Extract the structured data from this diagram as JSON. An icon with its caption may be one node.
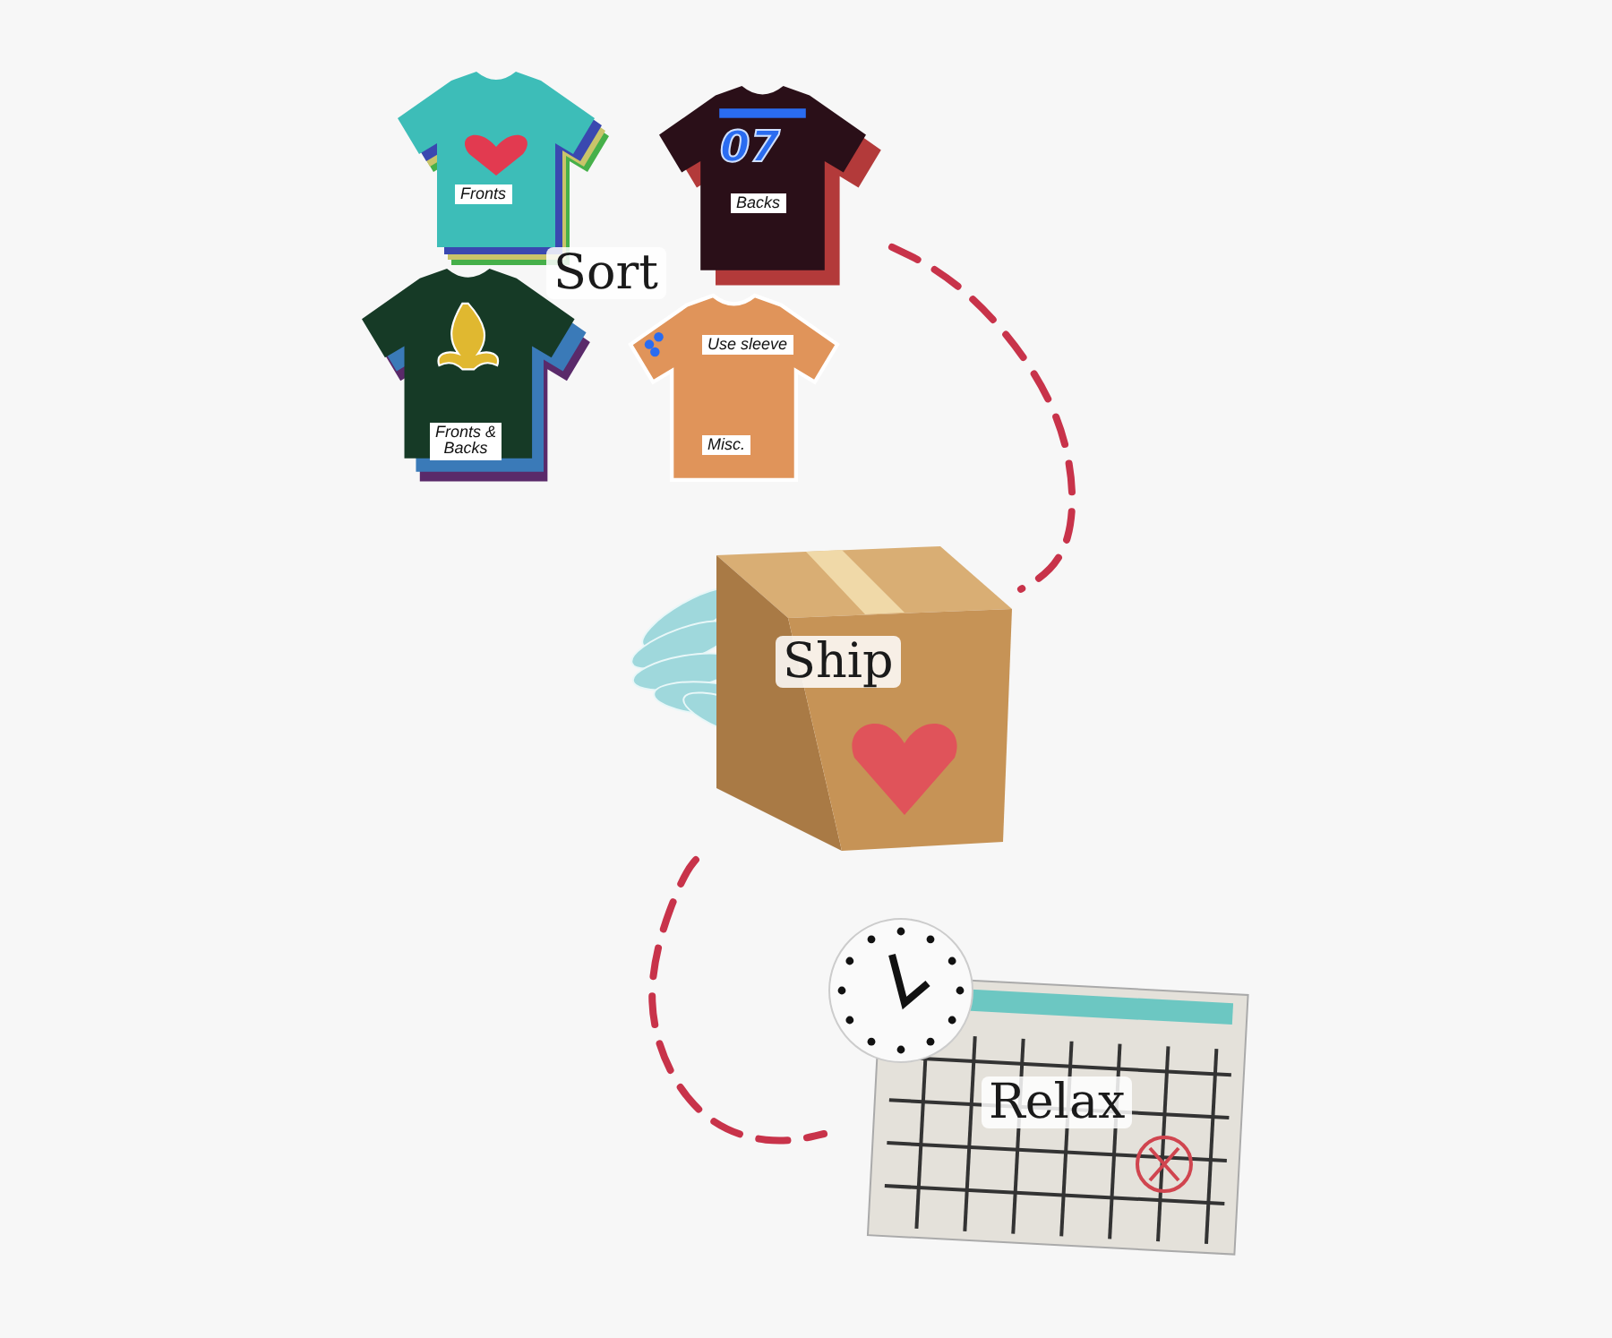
{
  "diagram": {
    "nodes": [
      {
        "text": [
          "Fronts"
        ]
      },
      {
        "text": [
          "07",
          "Backs"
        ]
      },
      {
        "text": [
          "Fronts & Backs"
        ]
      },
      {
        "text": [
          "Use sleeve",
          "Misc."
        ]
      },
      {
        "text": [
          "Ship"
        ]
      },
      {
        "text": [
          "Relax"
        ]
      }
    ],
    "edges": [
      {
        "from": 1,
        "to": 4,
        "arrow": "none",
        "style": "dashed"
      },
      {
        "from": 4,
        "to": 5,
        "arrow": "none",
        "style": "dashed"
      }
    ],
    "labels": [
      "Sort"
    ]
  }
}
